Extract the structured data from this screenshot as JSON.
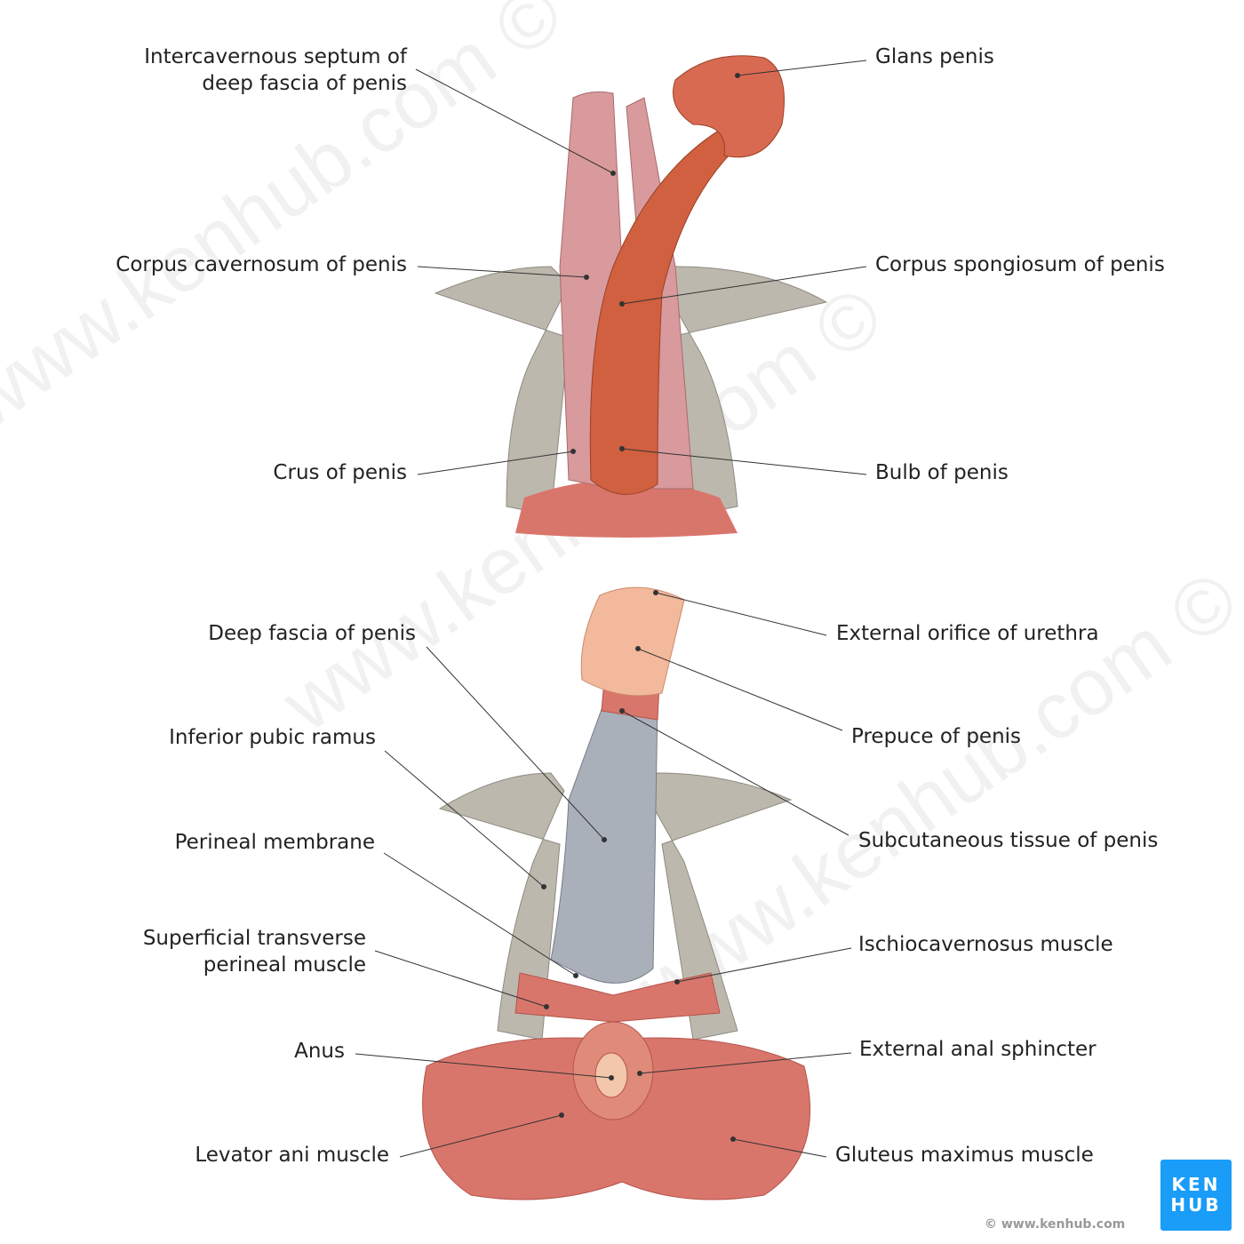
{
  "colors": {
    "muscle": "#d9766c",
    "bone": "#b9b4aa",
    "spongiosum": "#d0603f",
    "fascia": "#aab0ba",
    "prepuce": "#f2b99c",
    "brand": "#1a9cf9"
  },
  "watermark": "www.kenhub.com ©",
  "top_labels": {
    "intercavernous_1": "Intercavernous septum of",
    "intercavernous_2": "deep fascia of penis",
    "corpus_cavernosum": "Corpus cavernosum of penis",
    "crus": "Crus of penis",
    "glans": "Glans penis",
    "corpus_spongiosum": "Corpus spongiosum of penis",
    "bulb": "Bulb of penis"
  },
  "bottom_labels": {
    "deep_fascia": "Deep fascia of penis",
    "inferior_pubic_ramus": "Inferior pubic ramus",
    "perineal_membrane": "Perineal membrane",
    "superficial_transverse_1": "Superficial transverse",
    "superficial_transverse_2": "perineal muscle",
    "anus": "Anus",
    "levator_ani": "Levator ani muscle",
    "external_orifice": "External orifice of urethra",
    "prepuce": "Prepuce of penis",
    "subcutaneous": "Subcutaneous tissue of penis",
    "ischiocavernosus": "Ischiocavernosus muscle",
    "external_anal_sphincter": "External anal sphincter",
    "gluteus_maximus": "Gluteus maximus muscle"
  },
  "logo": {
    "line1": "KEN",
    "line2": "HUB"
  },
  "copyright": "© www.kenhub.com"
}
